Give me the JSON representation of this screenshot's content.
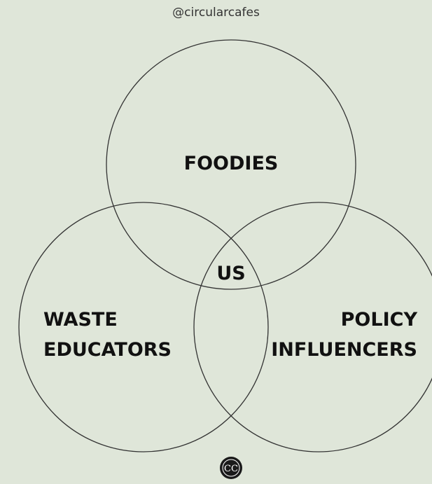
{
  "header": {
    "handle": "@circularcafes"
  },
  "diagram": {
    "circles": [
      {
        "name": "foodies-circle"
      },
      {
        "name": "waste-educators-circle"
      },
      {
        "name": "policy-influencers-circle"
      }
    ],
    "labels": {
      "foodies": "FOODIES",
      "waste_line1": "WASTE",
      "waste_line2": "EDUCATORS",
      "policy_line1": "POLICY",
      "policy_line2": "INFLUENCERS",
      "center": "US"
    }
  },
  "footer": {
    "logo_text": "CC"
  },
  "colors": {
    "background": "#dfe6d9",
    "stroke": "#333333",
    "text": "#111111"
  }
}
